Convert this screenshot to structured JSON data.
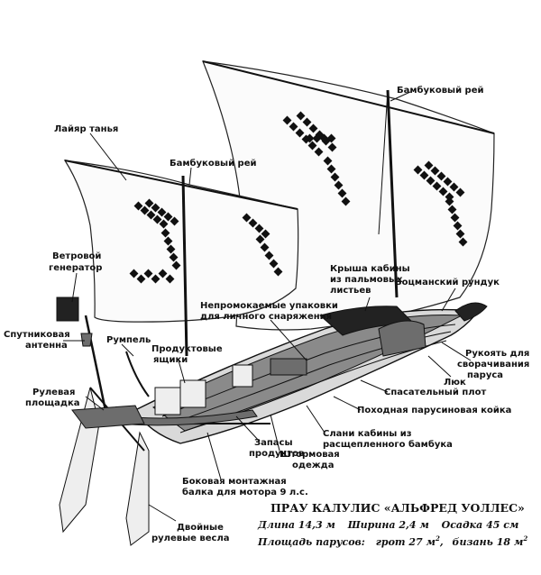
{
  "labels": {
    "bamboo_yard_top": "Бамбуковый рей",
    "layar_tanya": "Лайяр танья",
    "bamboo_yard_mid": "Бамбуковый рей",
    "wind_gen_1": "Ветровой",
    "wind_gen_2": "генератор",
    "cabin_roof_1": "Крыша кабины",
    "cabin_roof_2": "из пальмовых",
    "cabin_roof_3": "листьев",
    "bosun_chest": "Боцманский рундук",
    "waterproof_1": "Непромокаемые упаковки",
    "waterproof_2": "для личного снаряжения",
    "sat_antenna_1": "Спутниковая",
    "sat_antenna_2": "антенна",
    "tiller": "Румпель",
    "food_boxes_1": "Продуктовые",
    "food_boxes_2": "ящики",
    "furling_1": "Рукоять для",
    "furling_2": "сворачивания",
    "furling_3": "паруса",
    "hatch": "Люк",
    "rudder_platform_1": "Рулевая",
    "rudder_platform_2": "площадка",
    "life_raft": "Спасательный плот",
    "bunk": "Походная парусиновая койка",
    "slats_1": "Слани кабины из",
    "slats_2": "расщепленного бамбука",
    "supplies_1": "Запасы",
    "supplies_2": "продуктов",
    "storm_1": "Штормовая",
    "storm_2": "одежда",
    "beam_1": "Боковая монтажная",
    "beam_2": "балка для мотора 9 л.с.",
    "oars_1": "Двойные",
    "oars_2": "рулевые весла"
  },
  "caption": {
    "title": "ПРАУ КАЛУЛИС «АЛЬФРЕД УОЛЛЕС»",
    "length": "Длина 14,3 м",
    "width": "Ширина 2,4 м",
    "draft": "Осадка 45 см",
    "area_prefix": "Площадь парусов:",
    "main": "грот 27 м",
    "mizzen": "бизань 18 м",
    "sq": "2"
  }
}
